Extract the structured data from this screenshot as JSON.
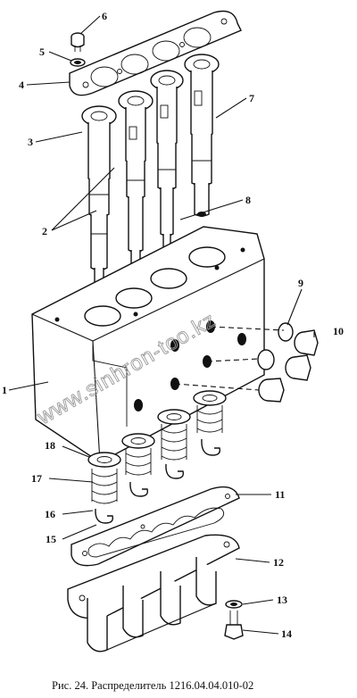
{
  "caption": "Рис. 24. Распределитель 1216.04.04.010-02",
  "watermark": "www.sinhron-too.kz",
  "labels": [
    {
      "id": "1",
      "text": "1"
    },
    {
      "id": "2",
      "text": "2"
    },
    {
      "id": "3",
      "text": "3"
    },
    {
      "id": "4",
      "text": "4"
    },
    {
      "id": "5",
      "text": "5"
    },
    {
      "id": "6",
      "text": "6"
    },
    {
      "id": "7",
      "text": "7"
    },
    {
      "id": "8",
      "text": "8"
    },
    {
      "id": "9",
      "text": "9"
    },
    {
      "id": "10",
      "text": "10"
    },
    {
      "id": "11",
      "text": "11"
    },
    {
      "id": "12",
      "text": "12"
    },
    {
      "id": "13",
      "text": "13"
    },
    {
      "id": "14",
      "text": "14"
    },
    {
      "id": "15",
      "text": "15"
    },
    {
      "id": "16",
      "text": "16"
    },
    {
      "id": "17",
      "text": "17"
    },
    {
      "id": "18",
      "text": "18"
    }
  ]
}
